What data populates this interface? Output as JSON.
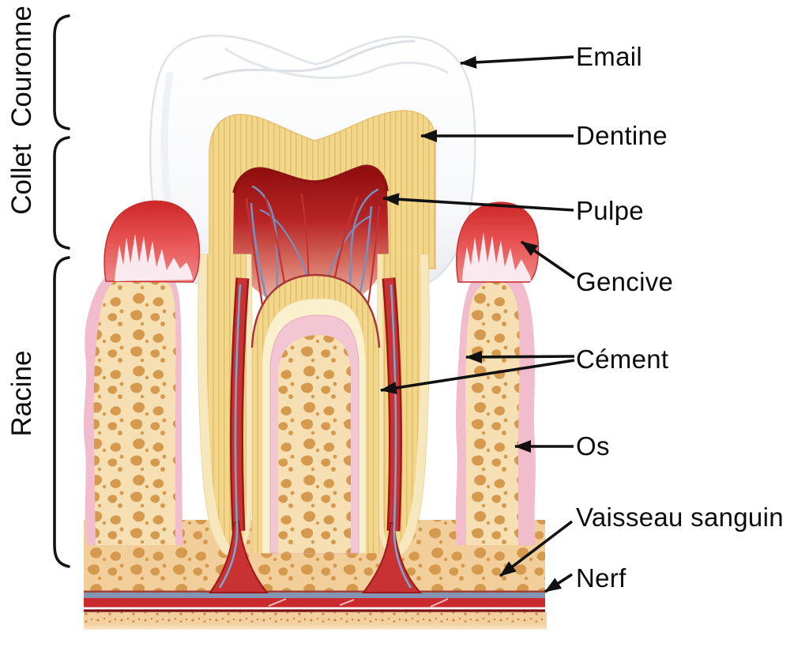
{
  "diagram": {
    "subject_labels_language": "fr",
    "side_labels": [
      {
        "id": "couronne",
        "label": "Couronne"
      },
      {
        "id": "collet",
        "label": "Collet"
      },
      {
        "id": "racine",
        "label": "Racine"
      }
    ],
    "part_labels": [
      {
        "id": "email",
        "label": "Email"
      },
      {
        "id": "dentine",
        "label": "Dentine"
      },
      {
        "id": "pulpe",
        "label": "Pulpe"
      },
      {
        "id": "gencive",
        "label": "Gencive"
      },
      {
        "id": "cement",
        "label": "Cément"
      },
      {
        "id": "os",
        "label": "Os"
      },
      {
        "id": "vaisseau",
        "label": "Vaisseau sanguin"
      },
      {
        "id": "nerf",
        "label": "Nerf"
      }
    ],
    "colors": {
      "label_text": "#0c0c0c",
      "arrow": "#111111",
      "enamel": "#F7F8FA",
      "enamel_edge": "#DFE3E7",
      "dentine": "#F2D78B",
      "dentine_striation": "#D3AC5C",
      "cement": "#F6E8BC",
      "pulp_dark": "#8E0D0D",
      "pulp_light": "#EFC6B8",
      "vessel_blue": "#7291C4",
      "vessel_red": "#C23434",
      "gum_red": "#E64E4E",
      "ligament_pink": "#F2C6D2",
      "bone_cream": "#F3DCAE",
      "bone_trabecule": "#D69A4E",
      "blood_vessel_band": "#8494B2",
      "nerve_band": "#C92A2E",
      "nerve_dark_line": "#7A1014",
      "base_peach": "#F7DDB6"
    }
  }
}
